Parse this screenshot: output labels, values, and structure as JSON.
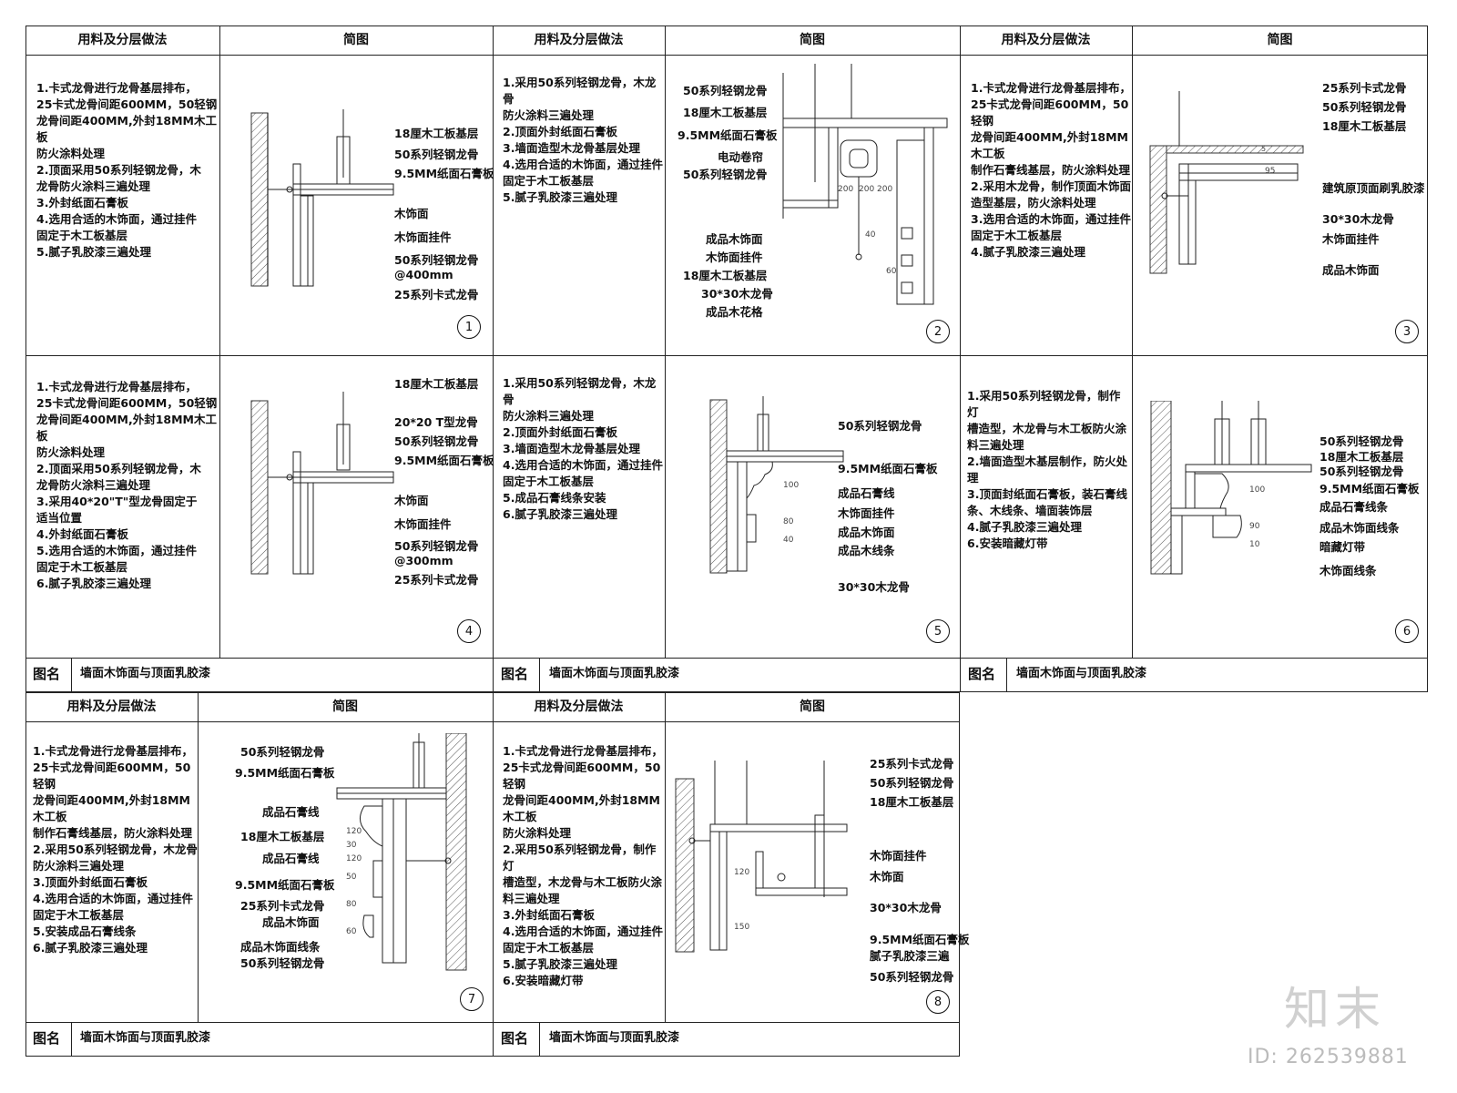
{
  "headers": {
    "materials": "用料及分层做法",
    "diagram": "简图"
  },
  "title_label": "图名",
  "title_value": "墙面木饰面与顶面乳胶漆",
  "details": [
    {
      "num": "1",
      "notes": [
        "1.卡式龙骨进行龙骨基层排布，",
        "25卡式龙骨间距600MM，50轻钢",
        "龙骨间距400MM,外封18MM木工板",
        "防火涂料处理",
        "2.顶面采用50系列轻钢龙骨，木",
        "龙骨防火涂料三遍处理",
        "3.外封纸面石膏板",
        "4.选用合适的木饰面，通过挂件",
        "固定于木工板基层",
        "5.腻子乳胶漆三遍处理"
      ],
      "labels": [
        "18厘木工板基层",
        "50系列轻钢龙骨",
        "9.5MM纸面石膏板",
        "木饰面",
        "木饰面挂件",
        "50系列轻钢龙骨",
        "@400mm",
        "25系列卡式龙骨"
      ]
    },
    {
      "num": "2",
      "notes": [
        "1.采用50系列轻钢龙骨，木龙骨",
        "防火涂料三遍处理",
        "2.顶面外封纸面石膏板",
        "3.墙面造型木龙骨基层处理",
        "4.选用合适的木饰面，通过挂件",
        "固定于木工板基层",
        "5.腻子乳胶漆三遍处理"
      ],
      "labels": [
        "50系列轻钢龙骨",
        "18厘木工板基层",
        "9.5MM纸面石膏板",
        "电动卷帘",
        "50系列轻钢龙骨",
        "成品木饰面",
        "木饰面挂件",
        "18厘木工板基层",
        "30*30木龙骨",
        "成品木花格"
      ],
      "dims": [
        "200",
        "200",
        "200",
        "40",
        "60"
      ]
    },
    {
      "num": "3",
      "notes": [
        "1.卡式龙骨进行龙骨基层排布，",
        "25卡式龙骨间距600MM，50轻钢",
        "龙骨间距400MM,外封18MM木工板",
        "制作石膏线基层，防火涂料处理",
        "2.采用木龙骨，制作顶面木饰面",
        "造型基层，防火涂料处理",
        "3.选用合适的木饰面，通过挂件",
        "固定于木工板基层",
        "4.腻子乳胶漆三遍处理"
      ],
      "labels": [
        "25系列卡式龙骨",
        "50系列轻钢龙骨",
        "18厘木工板基层",
        "建筑原顶面刷乳胶漆",
        "30*30木龙骨",
        "木饰面挂件",
        "成品木饰面"
      ],
      "dims": [
        "5",
        "95"
      ]
    },
    {
      "num": "4",
      "notes": [
        "1.卡式龙骨进行龙骨基层排布，",
        "25卡式龙骨间距600MM，50轻钢",
        "龙骨间距400MM,外封18MM木工板",
        "防火涂料处理",
        "2.顶面采用50系列轻钢龙骨，木",
        "龙骨防火涂料三遍处理",
        "3.采用40*20\"T\"型龙骨固定于",
        "适当位置",
        "4.外封纸面石膏板",
        "5.选用合适的木饰面，通过挂件",
        "固定于木工板基层",
        "6.腻子乳胶漆三遍处理"
      ],
      "labels": [
        "18厘木工板基层",
        "20*20 T型龙骨",
        "50系列轻钢龙骨",
        "9.5MM纸面石膏板",
        "木饰面",
        "木饰面挂件",
        "50系列轻钢龙骨",
        "@300mm",
        "25系列卡式龙骨"
      ]
    },
    {
      "num": "5",
      "notes": [
        "1.采用50系列轻钢龙骨，木龙骨",
        "防火涂料三遍处理",
        "2.顶面外封纸面石膏板",
        "3.墙面造型木龙骨基层处理",
        "4.选用合适的木饰面，通过挂件",
        "固定于木工板基层",
        "5.成品石膏线条安装",
        "6.腻子乳胶漆三遍处理"
      ],
      "labels": [
        "50系列轻钢龙骨",
        "9.5MM纸面石膏板",
        "成品石膏线",
        "木饰面挂件",
        "成品木饰面",
        "成品木线条",
        "30*30木龙骨"
      ],
      "dims": [
        "100",
        "80",
        "40"
      ]
    },
    {
      "num": "6",
      "notes": [
        "1.采用50系列轻钢龙骨，制作灯",
        "槽造型，木龙骨与木工板防火涂",
        "料三遍处理",
        "2.墙面造型木基层制作，防火处",
        "理",
        "3.顶面封纸面石膏板，装石膏线",
        "条、木线条、墙面装饰层",
        "4.腻子乳胶漆三遍处理",
        "6.安装暗藏灯带"
      ],
      "labels": [
        "50系列轻钢龙骨",
        "18厘木工板基层",
        "50系列轻钢龙骨",
        "9.5MM纸面石膏板",
        "成品石膏线条",
        "成品木饰面线条",
        "暗藏灯带",
        "木饰面线条"
      ],
      "dims": [
        "100",
        "90",
        "10"
      ]
    },
    {
      "num": "7",
      "notes": [
        "1.卡式龙骨进行龙骨基层排布，",
        "25卡式龙骨间距600MM，50轻钢",
        "龙骨间距400MM,外封18MM木工板",
        "制作石膏线基层，防火涂料处理",
        "2.采用50系列轻钢龙骨，木龙骨",
        "防火涂料三遍处理",
        "3.顶面外封纸面石膏板",
        "4.选用合适的木饰面，通过挂件",
        "固定于木工板基层",
        "5.安装成品石膏线条",
        "6.腻子乳胶漆三遍处理"
      ],
      "labels": [
        "50系列轻钢龙骨",
        "9.5MM纸面石膏板",
        "成品石膏线",
        "18厘木工板基层",
        "成品石膏线",
        "9.5MM纸面石膏板",
        "25系列卡式龙骨",
        "成品木饰面",
        "成品木饰面线条",
        "50系列轻钢龙骨"
      ],
      "dims": [
        "120",
        "30",
        "120",
        "50",
        "80",
        "60"
      ]
    },
    {
      "num": "8",
      "notes": [
        "1.卡式龙骨进行龙骨基层排布，",
        "25卡式龙骨间距600MM，50轻钢",
        "龙骨间距400MM,外封18MM木工板",
        "防火涂料处理",
        "2.采用50系列轻钢龙骨，制作灯",
        "槽造型，木龙骨与木工板防火涂",
        "料三遍处理",
        "3.外封纸面石膏板",
        "4.选用合适的木饰面，通过挂件",
        "固定于木工板基层",
        "5.腻子乳胶漆三遍处理",
        "6.安装暗藏灯带"
      ],
      "labels": [
        "25系列卡式龙骨",
        "50系列轻钢龙骨",
        "18厘木工板基层",
        "木饰面挂件",
        "木饰面",
        "30*30木龙骨",
        "9.5MM纸面石膏板",
        "腻子乳胶漆三遍",
        "50系列轻钢龙骨"
      ],
      "dims": [
        "120",
        "150"
      ]
    }
  ],
  "watermark": {
    "brand": "知末",
    "id": "ID: 262539881"
  }
}
